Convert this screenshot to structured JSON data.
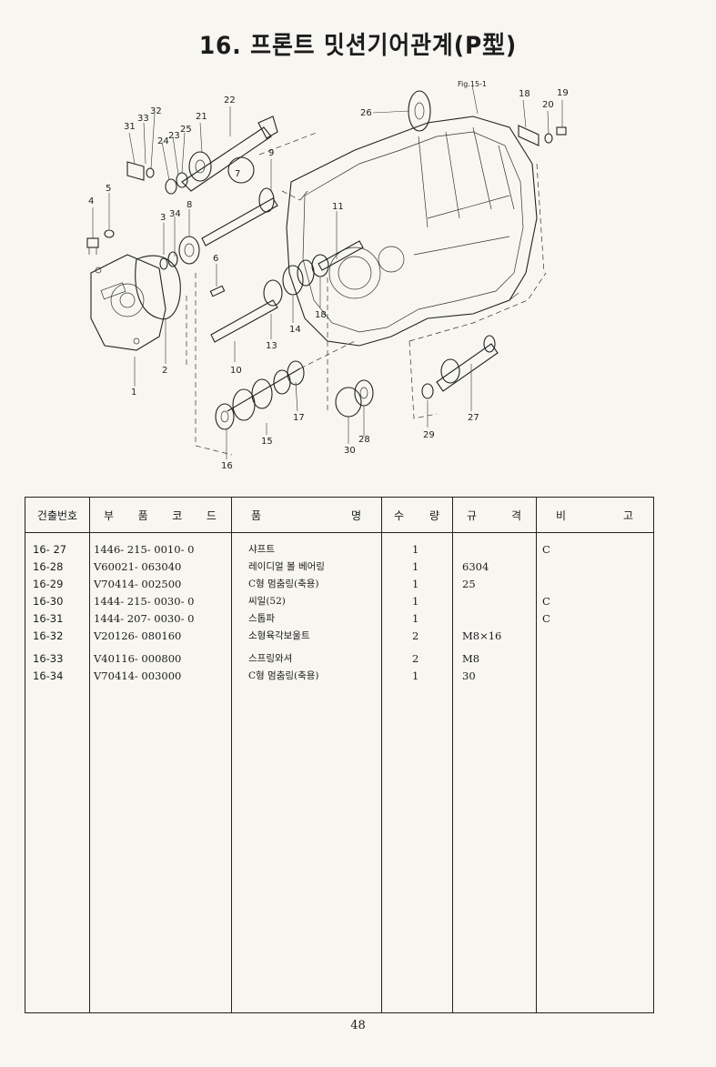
{
  "page": {
    "title": "16. 프론트 밋션기어관계(P型)",
    "page_number": "48"
  },
  "figure": {
    "label": "Fig.15-1",
    "callouts": [
      "1",
      "2",
      "3",
      "4",
      "5",
      "6",
      "7",
      "8",
      "9",
      "10",
      "11",
      "13",
      "14",
      "15",
      "16",
      "17",
      "18",
      "18",
      "19",
      "20",
      "21",
      "22",
      "23",
      "24",
      "25",
      "26",
      "27",
      "28",
      "29",
      "30",
      "31",
      "32",
      "33",
      "34"
    ]
  },
  "table": {
    "headers": {
      "no": "건출번호",
      "code": [
        "부",
        "품",
        "코",
        "드"
      ],
      "name": [
        "품",
        "명"
      ],
      "qty": [
        "수",
        "량"
      ],
      "spec": [
        "규",
        "격"
      ],
      "remark": [
        "비",
        "고"
      ]
    },
    "rows": [
      {
        "no": "16- 27",
        "code": "1446- 215- 0010- 0",
        "name": "샤프트",
        "qty": "1",
        "spec": "",
        "remark": "C"
      },
      {
        "no": "16-28",
        "code": "V60021- 063040",
        "name": "레이디얼 볼 베어링",
        "qty": "1",
        "spec": "6304",
        "remark": ""
      },
      {
        "no": "16-29",
        "code": "V70414- 002500",
        "name": "C형 멈춤링(축용)",
        "qty": "1",
        "spec": "25",
        "remark": ""
      },
      {
        "no": "16-30",
        "code": "1444- 215- 0030- 0",
        "name": "씨일(52)",
        "qty": "1",
        "spec": "",
        "remark": "C"
      },
      {
        "no": "16-31",
        "code": "1444- 207- 0030- 0",
        "name": "스톱파",
        "qty": "1",
        "spec": "",
        "remark": "C"
      },
      {
        "no": "16-32",
        "code": "V20126- 080160",
        "name": "소형육각보울트",
        "qty": "2",
        "spec": "M8×16",
        "remark": ""
      },
      {
        "no": "16-33",
        "code": "V40116- 000800",
        "name": "스프링와셔",
        "qty": "2",
        "spec": "M8",
        "remark": ""
      },
      {
        "no": "16-34",
        "code": "V70414- 003000",
        "name": "C형 멈춤링(축용)",
        "qty": "1",
        "spec": "30",
        "remark": ""
      }
    ]
  }
}
